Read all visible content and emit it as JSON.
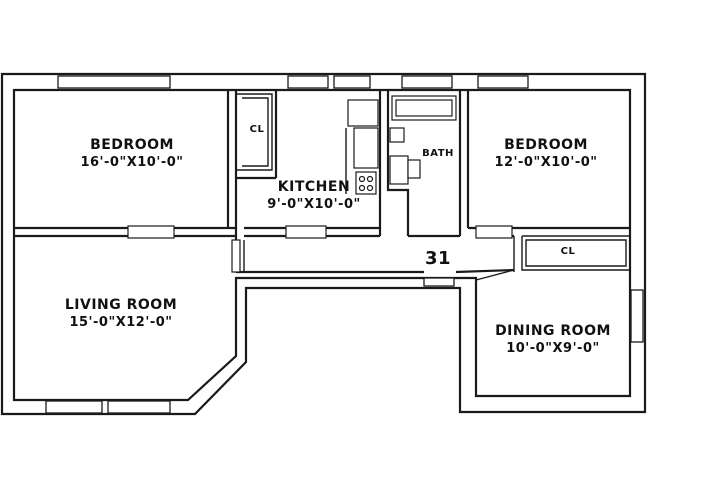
{
  "rooms": {
    "bedroom1": {
      "name": "BEDROOM",
      "dims": "16'-0\"X10'-0\""
    },
    "kitchen": {
      "name": "KITCHEN",
      "dims": "9'-0\"X10'-0\""
    },
    "bath": {
      "name": "BATH"
    },
    "bedroom2": {
      "name": "BEDROOM",
      "dims": "12'-0\"X10'-0\""
    },
    "living": {
      "name": "LIVING ROOM",
      "dims": "15'-0\"X12'-0\""
    },
    "dining": {
      "name": "DINING ROOM",
      "dims": "10'-0\"X9'-0\""
    }
  },
  "closets": {
    "closet1": "CL",
    "closet2": "CL"
  },
  "unit_number": "31"
}
